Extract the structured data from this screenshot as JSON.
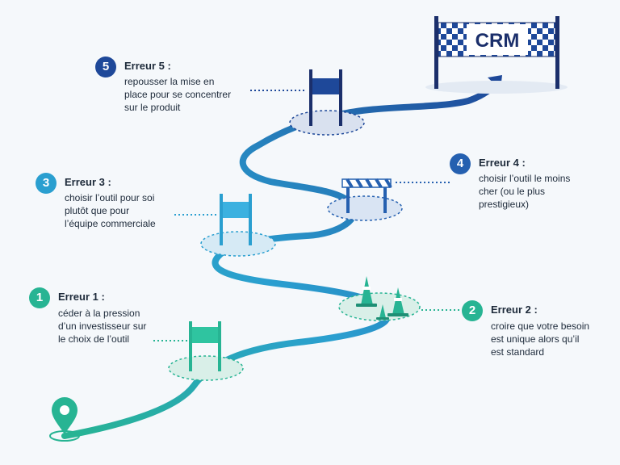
{
  "finish": {
    "label": "CRM"
  },
  "errors": [
    {
      "number": "1",
      "title": "Erreur 1 :",
      "lines": [
        "céder à la pression",
        "d’un investisseur sur",
        "le choix de l’outil"
      ],
      "color": "#27b493"
    },
    {
      "number": "2",
      "title": "Erreur 2 :",
      "lines": [
        "croire que votre besoin",
        "est unique alors qu’il",
        "est standard"
      ],
      "color": "#27b493"
    },
    {
      "number": "3",
      "title": "Erreur 3 :",
      "lines": [
        "choisir l’outil pour soi",
        "plutôt que pour",
        "l’équipe commerciale"
      ],
      "color": "#2a9fd0"
    },
    {
      "number": "4",
      "title": "Erreur 4 :",
      "lines": [
        "choisir l’outil le moins",
        "cher (ou le plus",
        "prestigieux)"
      ],
      "color": "#2560b0"
    },
    {
      "number": "5",
      "title": "Erreur 5 :",
      "lines": [
        "repousser la mise en",
        "place pour se concentrer",
        "sur le produit"
      ],
      "color": "#1e4899"
    }
  ],
  "colors": {
    "green": "#27b493",
    "teal": "#2a9fd0",
    "blue": "#2560b0",
    "navy": "#1b2f6b",
    "background": "#f5f8fb",
    "text": "#1d2a3a"
  },
  "icons": [
    "location-pin-icon",
    "sign-icon",
    "traffic-cone-icon",
    "barrier-icon",
    "finish-flag-icon"
  ]
}
